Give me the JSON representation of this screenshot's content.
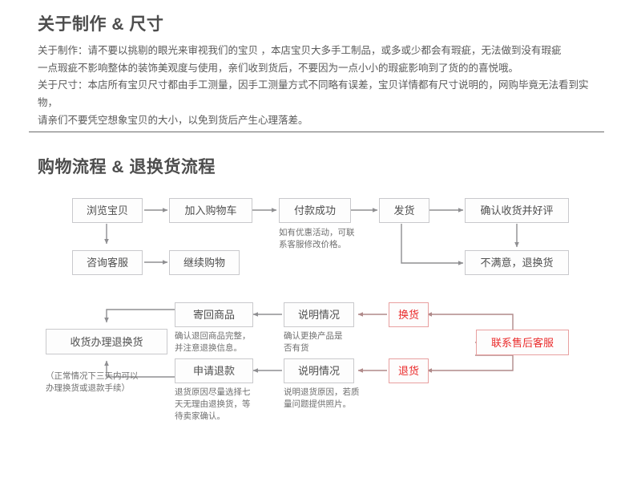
{
  "sections": {
    "about": {
      "title": "关于制作 & 尺寸",
      "paragraphs": [
        "关于制作：请不要以挑剔的眼光来审视我们的宝贝 ，本店宝贝大多手工制品，或多或少都会有瑕疵，无法做到没有瑕疵\n一点瑕疵不影响整体的装饰美观度与使用，亲们收到货后，不要因为一点小小的瑕疵影响到了货的的喜悦哦。",
        "关于尺寸：本店所有宝贝尺寸都由手工测量，因手工测量方式不同略有误差，宝贝详情都有尺寸说明的，网购毕竟无法看到实物，\n请亲们不要凭空想象宝贝的大小，以免到货后产生心理落差。"
      ]
    },
    "flow": {
      "title": "购物流程 & 退换货流程",
      "nodes": {
        "browse": "浏览宝贝",
        "add_cart": "加入购物车",
        "pay_success": "付款成功",
        "ship": "发货",
        "confirm_review": "确认收货并好评",
        "consult": "咨询客服",
        "continue_shop": "继续购物",
        "unsatisfied": "不满意，退换货",
        "return_goods": "寄回商品",
        "explain_1": "说明情况",
        "exchange": "换货",
        "receive_handle": "收货办理退换货",
        "apply_refund": "申请退款",
        "explain_2": "说明情况",
        "refund": "退货",
        "after_sales": "联系售后客服"
      },
      "captions": {
        "pay_success_note": "如有优惠活动，可联\n系客服修改价格。",
        "return_goods_note": "确认退回商品完整，\n并注意退换信息。",
        "explain_1_note": "确认更换产品是\n否有货",
        "receive_handle_note": "（正常情况下三天内可以\n办理换货或退款手续）",
        "apply_refund_note": "退货原因尽量选择七\n天无理由退换货，等\n待卖家确认。",
        "explain_2_note": "说明退货原因，若质\n量问题提供照片。"
      }
    }
  },
  "colors": {
    "accent_red": "#ea2b2b",
    "red_border": "#e8a0a0",
    "box_border": "#c9c9cc",
    "arrow": "#8f8f92",
    "divider": "#6b6b6b",
    "heading": "#4d4d4d",
    "body_text": "#5a5a5a"
  }
}
